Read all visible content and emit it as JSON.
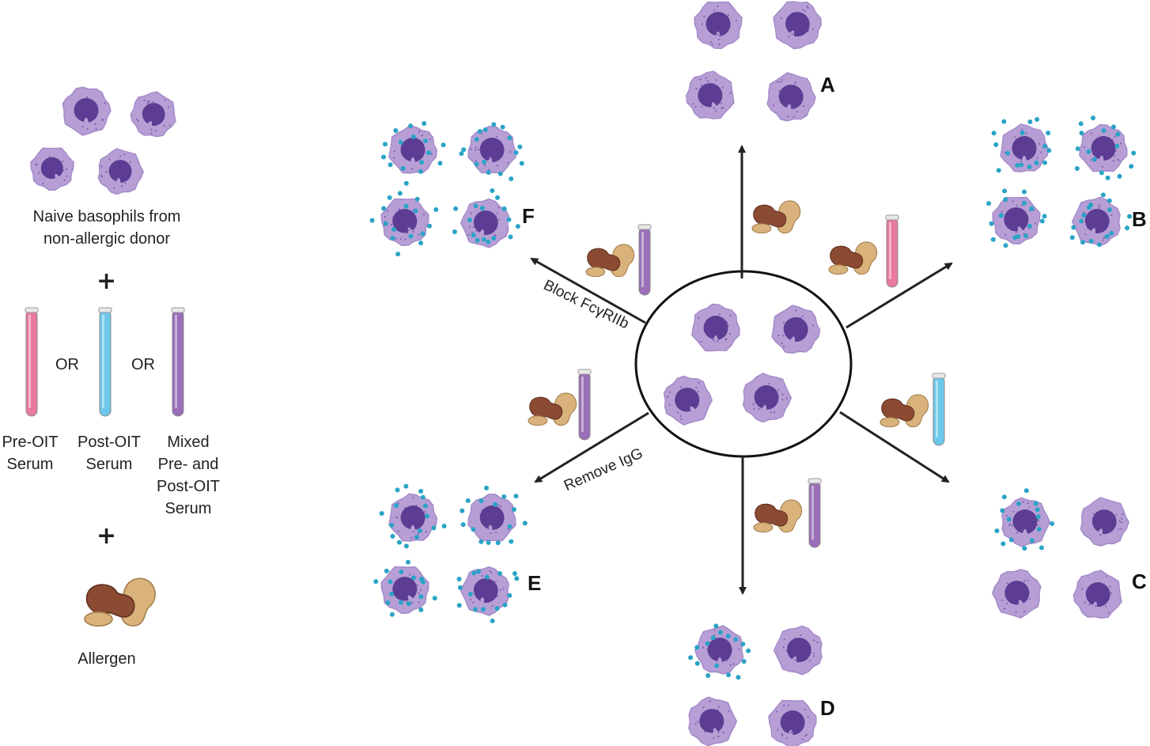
{
  "left": {
    "basophil_caption_line1": "Naive basophils from",
    "basophil_caption_line2": "non-allergic donor",
    "plus": "+",
    "or_label": "OR",
    "tubes": [
      {
        "label": [
          "Pre-OIT",
          "Serum"
        ],
        "color": "#e8799f"
      },
      {
        "label": [
          "Post-OIT",
          "Serum"
        ],
        "color": "#6cc8ea"
      },
      {
        "label": [
          "Mixed",
          "Pre- and",
          "Post-OIT",
          "Serum"
        ],
        "color": "#9a6fb8"
      }
    ],
    "allergen_caption": "Allergen"
  },
  "center": {
    "arrow_label_F": "Block FcγRIIb",
    "arrow_label_E": "Remove IgG"
  },
  "panels": {
    "A": "A",
    "B": "B",
    "C": "C",
    "D": "D",
    "E": "E",
    "F": "F"
  },
  "colors": {
    "cell_fill": "#b79fd6",
    "cell_edge": "#a48bc8",
    "nucleus": "#5c3d93",
    "dot": "#2aa3c7",
    "pink_serum": "#e8799f",
    "blue_serum": "#6cc8ea",
    "purple_serum": "#9a6fb8",
    "peanut_dark": "#8b4a32",
    "peanut_light": "#d9b27c"
  }
}
